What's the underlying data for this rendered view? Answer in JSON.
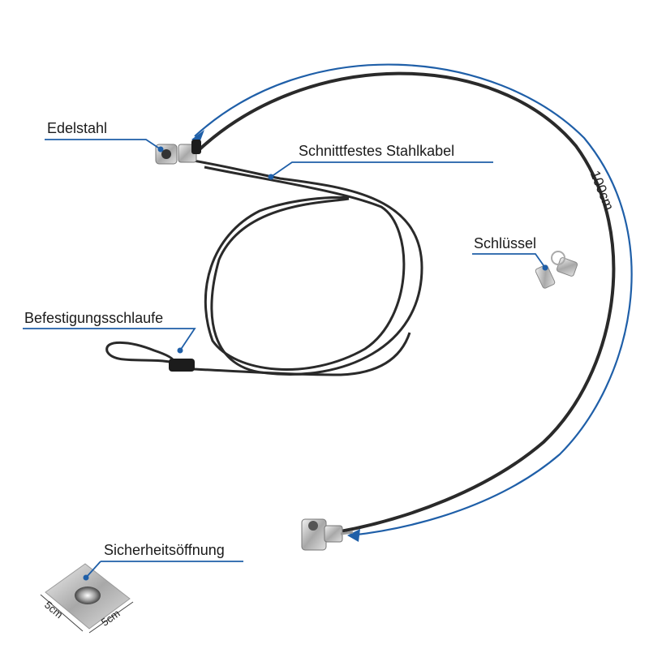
{
  "labels": {
    "edelstahl": "Edelstahl",
    "stahlkabel": "Schnittfestes Stahlkabel",
    "schluessel": "Schlüssel",
    "schlaufe": "Befestigungsschlaufe",
    "oeffnung": "Sicherheitsöffnung"
  },
  "dimensions": {
    "cable_length": "100cm",
    "plate_width": "5cm",
    "plate_height": "5cm"
  },
  "colors": {
    "accent": "#1f5fa8",
    "cable": "#2a2a2a",
    "metal": "#b8b8b8"
  }
}
